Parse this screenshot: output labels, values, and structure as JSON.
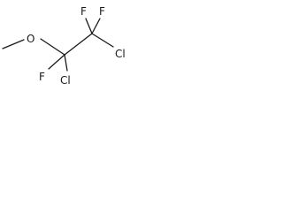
{
  "molecule": {
    "atoms": {
      "oxygen": "O",
      "fluorine_left": "F",
      "fluorine_mid": "F",
      "fluorine_right": "F",
      "chlorine_bottom": "Cl",
      "chlorine_right": "Cl"
    }
  }
}
